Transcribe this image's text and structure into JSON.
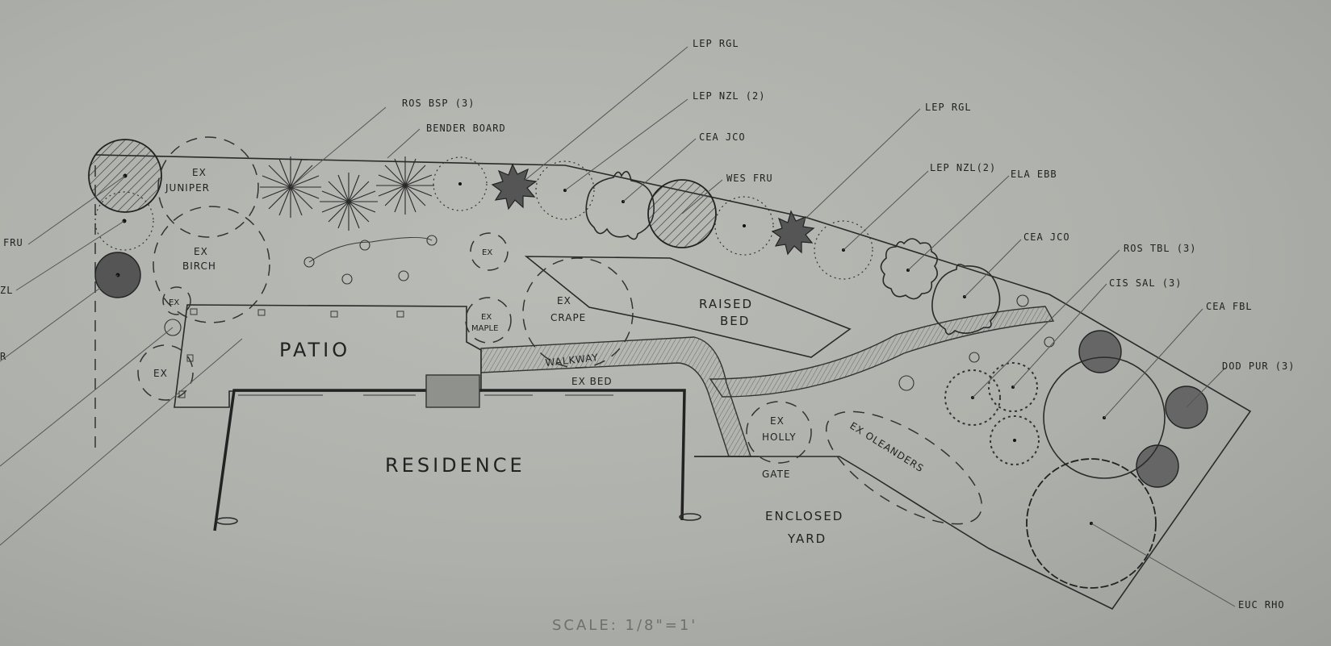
{
  "areas": {
    "patio": "PATIO",
    "residence": "RESIDENCE",
    "raised_bed_1": "RAISED",
    "raised_bed_2": "BED",
    "walkway": "WALKWAY",
    "ex_bed": "EX BED",
    "gate": "GATE",
    "enclosed_1": "ENCLOSED",
    "enclosed_2": "YARD",
    "scale": "SCALE: 1/8\"=1'"
  },
  "existing": {
    "juniper_1": "EX",
    "juniper_2": "JUNIPER",
    "birch_1": "EX",
    "birch_2": "BIRCH",
    "ex_small": "EX",
    "ex_left_1": "EX",
    "ex_left_2": "EX",
    "maple_1": "EX",
    "maple_2": "MAPLE",
    "crape_1": "EX",
    "crape_2": "CRAPE",
    "holly_1": "EX",
    "holly_2": "HOLLY",
    "oleanders": "EX OLEANDERS"
  },
  "callouts": {
    "ros_bsp": "ROS BSP (3)",
    "bender": "BENDER BOARD",
    "lep_rgl_1": "LEP RGL",
    "lep_nzl_1": "LEP NZL (2)",
    "cea_jco_1": "CEA JCO",
    "wes_fru": "WES FRU",
    "lep_rgl_2": "LEP RGL",
    "lep_nzl_2": "LEP NZL(2)",
    "ela_ebb": "ELA EBB",
    "cea_jco_2": "CEA JCO",
    "ros_tbl": "ROS TBL (3)",
    "cis_sal": "CIS SAL (3)",
    "cea_fbl": "CEA FBL",
    "dod_pur": "DOD PUR (3)",
    "euc_rho": "EUC RHO",
    "left_fru": "FRU",
    "left_zl": "ZL",
    "left_r": "R"
  }
}
